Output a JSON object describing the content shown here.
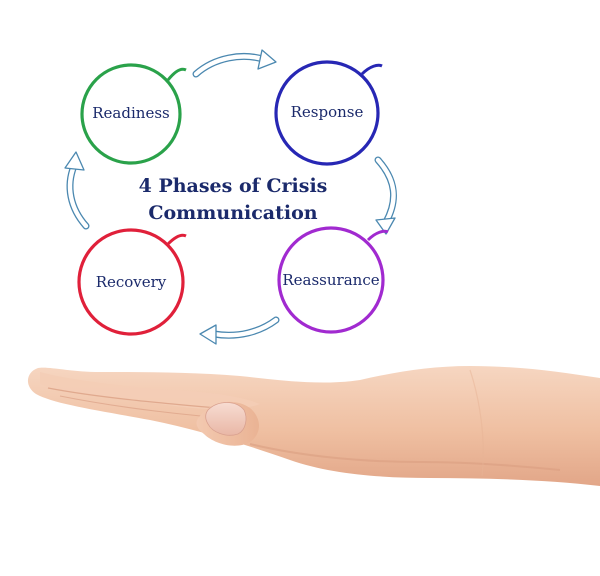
{
  "diagram": {
    "title_line1": "4 Phases of Crisis",
    "title_line2": "Communication",
    "phases": [
      {
        "label": "Readiness",
        "color": "#2aa24a"
      },
      {
        "label": "Response",
        "color": "#2727b4"
      },
      {
        "label": "Reassurance",
        "color": "#a12ad0"
      },
      {
        "label": "Recovery",
        "color": "#e0203a"
      }
    ],
    "arrow_color": "#4b88b0",
    "title_color": "#1b2a6b"
  },
  "photo": {
    "subject": "open-palm-hand",
    "skin_color": "#f0c3a8"
  }
}
